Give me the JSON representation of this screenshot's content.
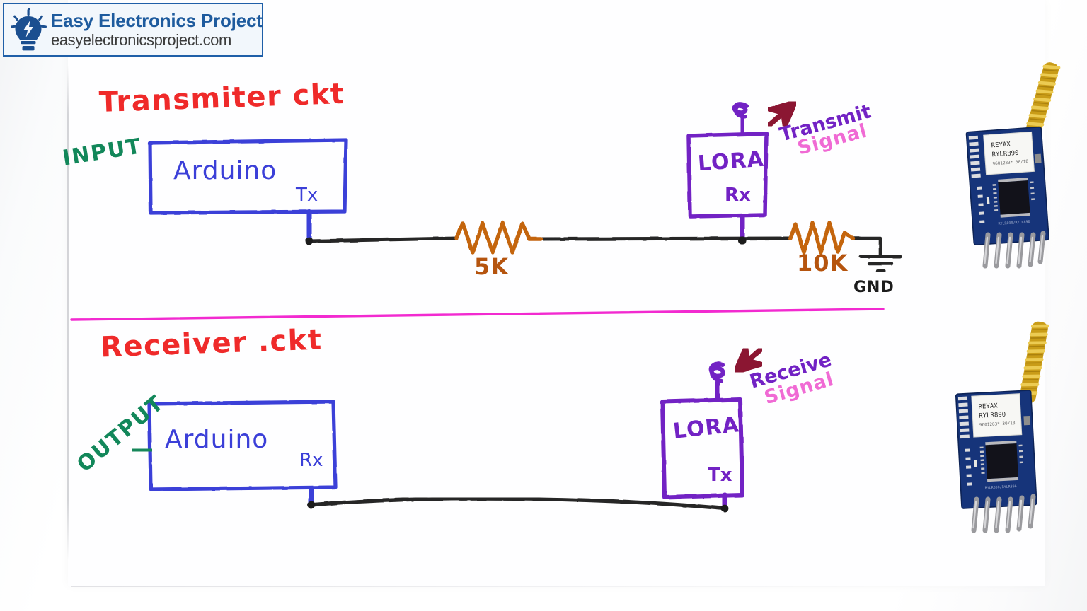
{
  "logo": {
    "title": "Easy Electronics Project",
    "url": "easyelectronicsproject.com",
    "icon": "lightbulb-with-bolt-icon",
    "border_color": "#1f5fa8",
    "title_color": "#1e5b9e"
  },
  "diagram": {
    "background": "#ffffff",
    "divider_color": "#f22ad0",
    "transmitter": {
      "title": "Transmiter ckt",
      "title_color": "#ef2a2a",
      "input_label": "INPUT",
      "input_color": "#12875a",
      "mcu_label": "Arduino",
      "mcu_pin": "Tx",
      "mcu_color": "#3b3fd8",
      "radio_label": "LORA",
      "radio_pin": "Rx",
      "radio_color": "#7222c4",
      "resistor_1": "5K",
      "resistor_2": "10K",
      "resistor_color": "#b5540e",
      "ground_label": "GND",
      "ground_color": "#1c1c1c",
      "signal_line_1": "Transmit",
      "signal_line_2": "Signal",
      "signal_color_1": "#7222c4",
      "signal_color_2": "#f06ad4",
      "arrow_color": "#8b1230",
      "arrow_direction": "up-right"
    },
    "receiver": {
      "title": "Receiver .ckt",
      "title_color": "#ef2a2a",
      "output_label": "OUTPUT",
      "output_color": "#12875a",
      "mcu_label": "Arduino",
      "mcu_pin": "Rx",
      "mcu_color": "#3b3fd8",
      "radio_label": "LORA",
      "radio_pin": "Tx",
      "radio_color": "#7222c4",
      "signal_line_1": "Receive",
      "signal_line_2": "Signal",
      "signal_color_1": "#7222c4",
      "signal_color_2": "#f06ad4",
      "arrow_color": "#8b1230",
      "arrow_direction": "down-left"
    }
  },
  "modules": [
    {
      "name": "lora-module-top",
      "brand": "REYAX",
      "part": "RYLR890",
      "sub": "9601283*    30/18",
      "pcb_color": "#16347a",
      "antenna_color": "#d9a520"
    },
    {
      "name": "lora-module-bottom",
      "brand": "REYAX",
      "part": "RYLR890",
      "sub": "9601283*    30/18",
      "pcb_color": "#16347a",
      "antenna_color": "#d9a520"
    }
  ]
}
